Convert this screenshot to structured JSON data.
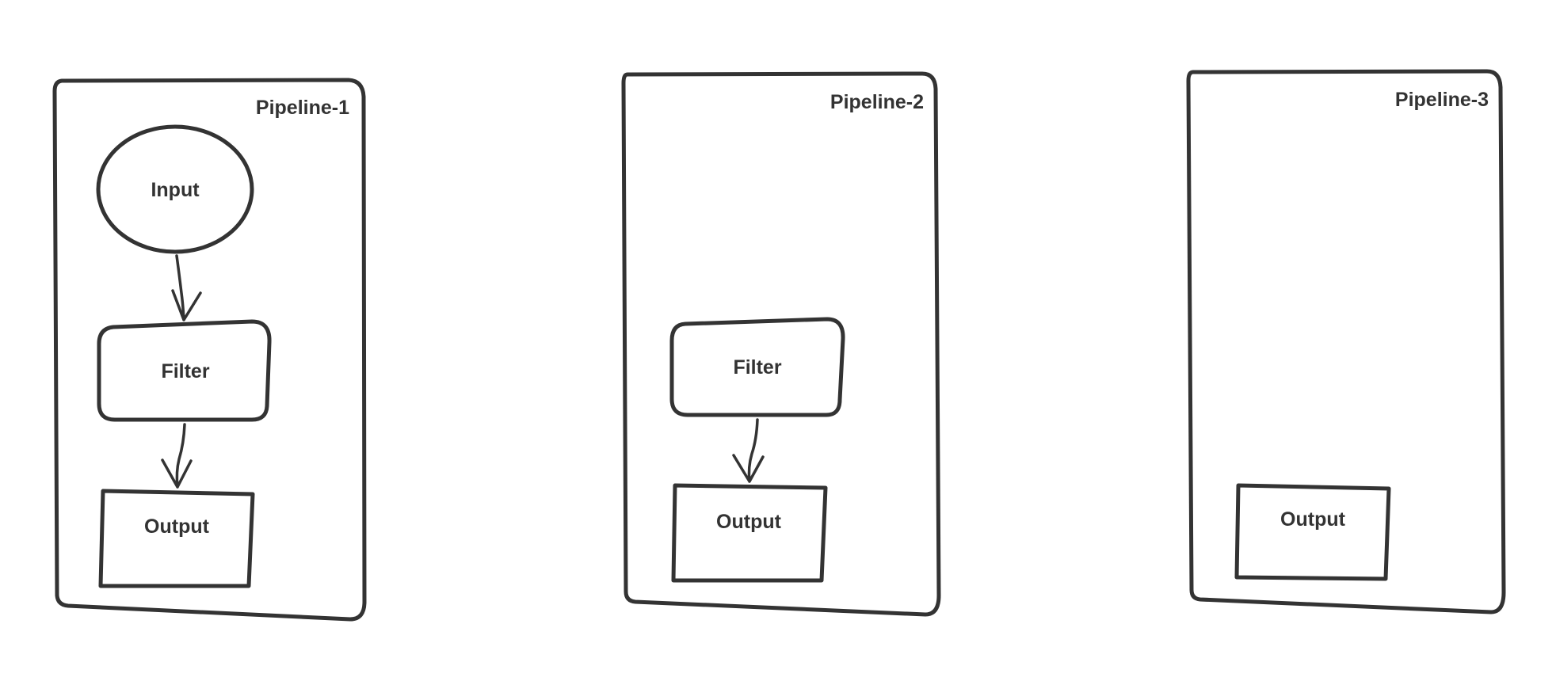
{
  "pipelines": [
    {
      "title": "Pipeline-1",
      "nodes": {
        "input": "Input",
        "filter": "Filter",
        "output": "Output"
      }
    },
    {
      "title": "Pipeline-2",
      "nodes": {
        "filter": "Filter",
        "output": "Output"
      }
    },
    {
      "title": "Pipeline-3",
      "nodes": {
        "output": "Output"
      }
    }
  ],
  "edges": [
    {
      "pipeline": "Pipeline-1",
      "from": "Input",
      "to": "Filter"
    },
    {
      "pipeline": "Pipeline-1",
      "from": "Filter",
      "to": "Output"
    },
    {
      "pipeline": "Pipeline-2",
      "from": "Filter",
      "to": "Output"
    }
  ],
  "colors": {
    "stroke": "#333333",
    "background": "#ffffff"
  }
}
